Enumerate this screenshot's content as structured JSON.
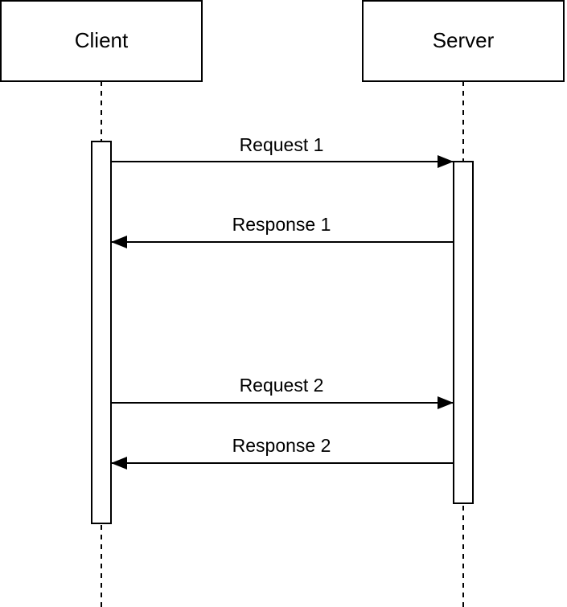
{
  "colors": {
    "stroke": "#000000",
    "fill": "#ffffff",
    "text": "#000000"
  },
  "actors": [
    {
      "id": "client",
      "label": "Client"
    },
    {
      "id": "server",
      "label": "Server"
    }
  ],
  "messages": [
    {
      "label": "Request 1",
      "from": "client",
      "to": "server"
    },
    {
      "label": "Response 1",
      "from": "server",
      "to": "client"
    },
    {
      "label": "Request 2",
      "from": "client",
      "to": "server"
    },
    {
      "label": "Response 2",
      "from": "server",
      "to": "client"
    }
  ]
}
